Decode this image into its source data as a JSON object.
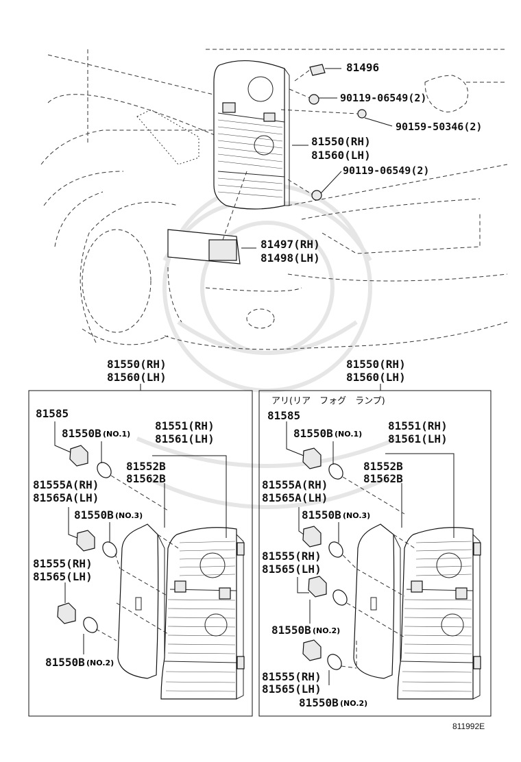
{
  "top": {
    "p81496": "81496",
    "p90119_a": "90119-06549(2)",
    "p90159": "90159-50346(2)",
    "p81550": "81550(RH)",
    "p81560": "81560(LH)",
    "p90119_b": "90119-06549(2)",
    "p81497": "81497(RH)",
    "p81498": "81498(LH)"
  },
  "left_panel": {
    "header_rh": "81550(RH)",
    "header_lh": "81560(LH)",
    "p81585": "81585",
    "p81550b_no1": "81550B",
    "p81550b_no1_sfx": "(NO.1)",
    "p81551": "81551(RH)",
    "p81561": "81561(LH)",
    "p81552b": "81552B",
    "p81562b": "81562B",
    "p81555a": "81555A(RH)",
    "p81565a": "81565A(LH)",
    "p81550b_no3": "81550B",
    "p81550b_no3_sfx": "(NO.3)",
    "p81555": "81555(RH)",
    "p81565": "81565(LH)",
    "p81550b_no2": "81550B",
    "p81550b_no2_sfx": "(NO.2)"
  },
  "right_panel": {
    "header_rh": "81550(RH)",
    "header_lh": "81560(LH)",
    "jp_note": "アリ(リア　フォグ　ランプ)",
    "p81585": "81585",
    "p81550b_no1": "81550B",
    "p81550b_no1_sfx": "(NO.1)",
    "p81551": "81551(RH)",
    "p81561": "81561(LH)",
    "p81552b": "81552B",
    "p81562b": "81562B",
    "p81555a": "81555A(RH)",
    "p81565a": "81565A(LH)",
    "p81550b_no3": "81550B",
    "p81550b_no3_sfx": "(NO.3)",
    "p81555_a": "81555(RH)",
    "p81565_a": "81565(LH)",
    "p81550b_no2_a": "81550B",
    "p81550b_no2_a_sfx": "(NO.2)",
    "p81555_b": "81555(RH)",
    "p81565_b": "81565(LH)",
    "p81550b_no2_b": "81550B",
    "p81550b_no2_b_sfx": "(NO.2)"
  },
  "footer": {
    "code": "811992E"
  }
}
